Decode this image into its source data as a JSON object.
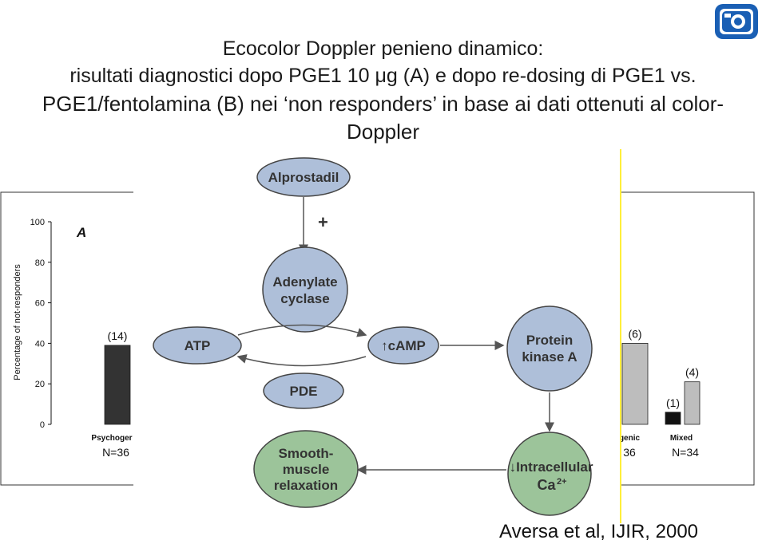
{
  "title": {
    "line1": "Ecocolor Doppler penieno dinamico:",
    "line2": "risultati diagnostici dopo PGE1 10 μg (A) e dopo re-dosing di PGE1 vs.",
    "line3": "PGE1/fentolamina (B) nei ‘non responders’ in base ai dati ottenuti al color-",
    "line4": "Doppler"
  },
  "citation": "Aversa et al, IJIR, 2000",
  "logo": {
    "icon": "camera-logo-icon",
    "color": "#1a5fb4"
  },
  "chart_data": {
    "type": "bar",
    "panel_label": "A",
    "ylabel": "Percentage of not-responders",
    "ylim": [
      0,
      100
    ],
    "yticks": [
      0,
      20,
      40,
      60,
      80,
      100
    ],
    "visible_groups": [
      {
        "category_label": "Psychoger",
        "n_label": "N=36",
        "bars": [
          {
            "value": 39,
            "count_label": "(14)",
            "color": "#333333"
          }
        ]
      },
      {
        "category_label": "genic",
        "n_label": "36",
        "bars": [
          {
            "value": 40,
            "count_label": "(6)",
            "color": "#bdbdbd"
          }
        ]
      },
      {
        "category_label": "Mixed",
        "n_label": "N=34",
        "bars": [
          {
            "value": 6,
            "count_label": "(1)",
            "color": "#111111"
          },
          {
            "value": 21,
            "count_label": "(4)",
            "color": "#bdbdbd"
          }
        ]
      }
    ]
  },
  "diagram": {
    "nodes": {
      "alprostadil": "Alprostadil",
      "adenylate_line1": "Adenylate",
      "adenylate_line2": "cyclase",
      "atp": "ATP",
      "camp": "↑cAMP",
      "pde": "PDE",
      "pka_line1": "Protein",
      "pka_line2": "kinase A",
      "smooth_line1": "Smooth-",
      "smooth_line2": "muscle",
      "smooth_line3": "relaxation",
      "ca_line1": "↓Intracellular",
      "ca_line2": "Ca",
      "ca_sup": "2+"
    },
    "plus_sign": "+",
    "colors": {
      "blue_node": "#aebfd9",
      "green_node": "#9cc49a",
      "divider": "#ffef3a"
    }
  }
}
